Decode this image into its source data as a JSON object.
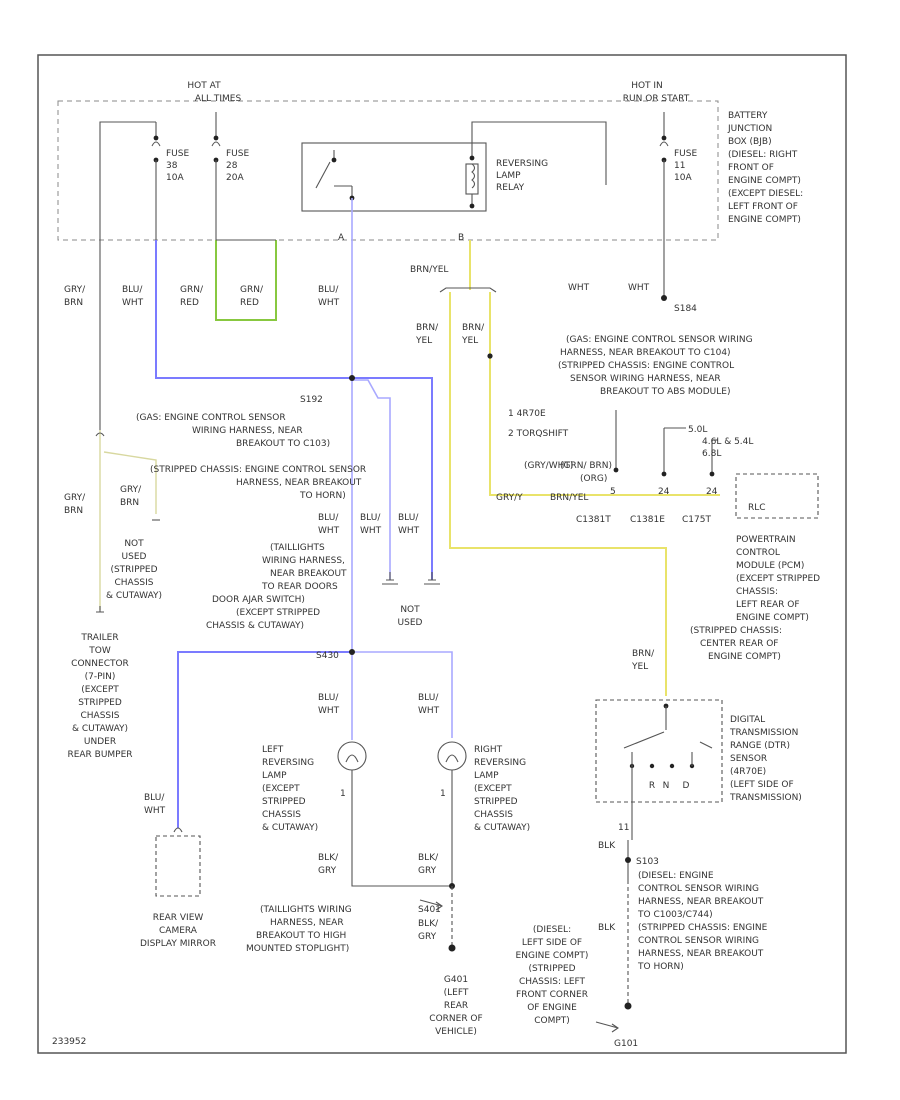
{
  "top": {
    "hot_at_all_times": [
      "HOT AT",
      "ALL TIMES"
    ],
    "hot_in_run": [
      "HOT IN",
      "RUN OR START"
    ],
    "fuse_38": [
      "FUSE",
      "38",
      "10A"
    ],
    "fuse_28": [
      "FUSE",
      "28",
      "20A"
    ],
    "fuse_11": [
      "FUSE",
      "11",
      "10A"
    ],
    "relay": [
      "REVERSING",
      "LAMP",
      "RELAY"
    ],
    "pin_a": "A",
    "pin_b": "B",
    "bjb": [
      "BATTERY",
      "JUNCTION",
      "BOX (BJB)",
      "(DIESEL: RIGHT",
      "FRONT OF",
      "ENGINE COMPT)",
      "(EXCEPT DIESEL:",
      "LEFT FRONT OF",
      "ENGINE COMPT)"
    ]
  },
  "wires": {
    "gry_brn_1": [
      "GRY/",
      "BRN"
    ],
    "blu_wht_1": [
      "BLU/",
      "WHT"
    ],
    "grn_red_1": [
      "GRN/",
      "RED"
    ],
    "grn_red_2": [
      "GRN/",
      "RED"
    ],
    "blu_wht_2": [
      "BLU/",
      "WHT"
    ],
    "brn_yel_top": "BRN/YEL",
    "wht_1": "WHT",
    "wht_2": "WHT",
    "brn_yel_2": [
      "BRN/",
      "YEL"
    ],
    "brn_yel_3": [
      "BRN/",
      "YEL"
    ],
    "gry_brn_2": [
      "GRY/",
      "BRN"
    ],
    "gry_brn_3": [
      "GRY/",
      "BRN"
    ],
    "blu_wht_3": [
      "BLU/",
      "WHT"
    ],
    "blu_wht_4": [
      "BLU/",
      "WHT"
    ],
    "blu_wht_5": [
      "BLU/",
      "WHT"
    ],
    "brn_yel_4": [
      "BRN/",
      "YEL"
    ],
    "blu_wht_6": [
      "BLU/",
      "WHT"
    ],
    "blu_wht_7": [
      "BLU/",
      "WHT"
    ],
    "blu_wht_8": [
      "BLU/",
      "WHT"
    ],
    "blk_gry_1": [
      "BLK/",
      "GRY"
    ],
    "blk_gry_2": [
      "BLK/",
      "GRY"
    ],
    "blk_gry_3": [
      "BLK/",
      "GRY"
    ],
    "blk_1": "BLK",
    "blk_2": "BLK"
  },
  "splices": {
    "s184": "S184",
    "s192": "S192",
    "s430": "S430",
    "s401": "S401",
    "s103": "S103"
  },
  "notes": {
    "s184_note": [
      "(GAS: ENGINE CONTROL SENSOR WIRING",
      "HARNESS, NEAR BREAKOUT TO C104)",
      "(STRIPPED CHASSIS: ENGINE CONTROL",
      "SENSOR WIRING HARNESS, NEAR",
      "BREAKOUT TO ABS MODULE)"
    ],
    "trans_legend": [
      "1  4R70E",
      "2  TORQSHIFT"
    ],
    "s192_note": [
      "(GAS: ENGINE CONTROL SENSOR",
      "WIRING HARNESS, NEAR",
      "BREAKOUT TO C103)",
      "(STRIPPED CHASSIS: ENGINE CONTROL SENSOR",
      "HARNESS, NEAR BREAKOUT",
      "TO HORN)"
    ],
    "s430_note": [
      "(TAILLIGHTS",
      "WIRING HARNESS,",
      "NEAR BREAKOUT",
      "TO REAR DOORS",
      "DOOR AJAR SWITCH)",
      "(EXCEPT STRIPPED",
      "CHASSIS & CUTAWAY)"
    ],
    "not_used_1": [
      "NOT",
      "USED",
      "(STRIPPED",
      "CHASSIS",
      "& CUTAWAY)"
    ],
    "not_used_2": [
      "NOT",
      "USED"
    ],
    "s401_note": [
      "(TAILLIGHTS WIRING",
      "HARNESS, NEAR",
      "BREAKOUT TO HIGH",
      "MOUNTED STOPLIGHT)"
    ],
    "g401": [
      "G401",
      "(LEFT",
      "REAR",
      "CORNER OF",
      "VEHICLE)"
    ],
    "s103_note": [
      "(DIESEL: ENGINE",
      "CONTROL SENSOR WIRING",
      "HARNESS, NEAR BREAKOUT",
      "TO C1003/C744)",
      "(STRIPPED CHASSIS: ENGINE",
      "CONTROL SENSOR WIRING",
      "HARNESS, NEAR BREAKOUT",
      "TO HORN)"
    ],
    "g101": [
      "(DIESEL:",
      "LEFT SIDE OF",
      "ENGINE COMPT)",
      "(STRIPPED",
      "CHASSIS: LEFT",
      "FRONT CORNER",
      "OF ENGINE",
      "COMPT)"
    ],
    "g101_label": "G101",
    "blk_g": "BLK"
  },
  "components": {
    "trailer": [
      "TRAILER",
      "TOW",
      "CONNECTOR",
      "(7-PIN)",
      "(EXCEPT",
      "STRIPPED",
      "CHASSIS",
      "& CUTAWAY)",
      "UNDER",
      "REAR BUMPER"
    ],
    "pcm": [
      "POWERTRAIN",
      "CONTROL",
      "MODULE (PCM)",
      "(EXCEPT STRIPPED",
      "CHASSIS:",
      "LEFT REAR OF",
      "ENGINE COMPT)",
      "(STRIPPED CHASSIS:",
      "CENTER REAR OF",
      "ENGINE COMPT)"
    ],
    "pcm_pins_header": [
      "(GRY/WHT)",
      "(GRN/ BRN)",
      "(ORG)"
    ],
    "pcm_wires": [
      "GRY/Y",
      "BRN/YEL"
    ],
    "pcm_pin_ids": [
      "C1381T",
      "C1381E",
      "C175T"
    ],
    "pcm_pins": [
      "5",
      "24",
      "24"
    ],
    "pcm_side_pins": [
      "5.0L",
      "4.6L & 5.4L",
      "6.8L"
    ],
    "rlc": "RLC",
    "dtr": [
      "DIGITAL",
      "TRANSMISSION",
      "RANGE (DTR)",
      "SENSOR",
      "(4R70E)",
      "(LEFT SIDE OF",
      "TRANSMISSION)"
    ],
    "dtr_pins": [
      "R",
      "N",
      "D"
    ],
    "dtr_pin_11": "11",
    "left_lamp": [
      "LEFT",
      "REVERSING",
      "LAMP",
      "(EXCEPT",
      "STRIPPED",
      "CHASSIS",
      "& CUTAWAY)"
    ],
    "right_lamp": [
      "RIGHT",
      "REVERSING",
      "LAMP",
      "(EXCEPT",
      "STRIPPED",
      "CHASSIS",
      "& CUTAWAY)"
    ],
    "lamp_pin": "1",
    "mirror": [
      "REAR VIEW",
      "CAMERA",
      "DISPLAY MIRROR"
    ],
    "doc_id": "233952"
  }
}
